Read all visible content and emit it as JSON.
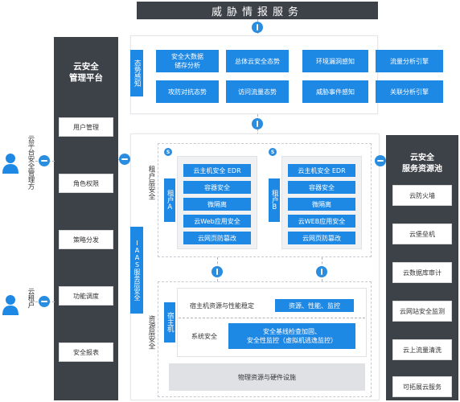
{
  "threat_service": {
    "title": "威胁情报服务"
  },
  "situation": {
    "label": "态势感知",
    "row1": [
      "安全大数据\n储存分析",
      "总体云安全态势",
      "环境漏洞感知",
      "流量分析引擎"
    ],
    "row2": [
      "攻防对抗态势",
      "访问流量态势",
      "威胁事件感知",
      "关联分析引擎"
    ]
  },
  "platform": {
    "title": "云安全\n管理平台",
    "items": [
      "用户管理",
      "角色权限",
      "策略分发",
      "功能调度",
      "安全报表"
    ]
  },
  "left_users": {
    "admin_label": "云平台安全管理方",
    "tenant_label": "云租户"
  },
  "iaas": {
    "label": "IAAS服务层安全",
    "tenant_layer_label": "租户层安全",
    "resource_layer_label": "资源层安全"
  },
  "tenant_a": {
    "label": "租户A",
    "badge": "S",
    "items": [
      "云主机安全 EDR",
      "容器安全",
      "微隔离",
      "云Web应用安全",
      "云网页防篡改"
    ]
  },
  "tenant_b": {
    "label": "租户B",
    "badge": "S",
    "items": [
      "云主机安全 EDR",
      "容器安全",
      "微隔离",
      "云WEB应用安全",
      "云网页防篡改"
    ]
  },
  "host": {
    "label": "宿主机",
    "row1_label": "宿主机资源与性能稳定",
    "row1_value": "资源、性能、监控",
    "row2_label": "系统安全",
    "row2_value": "安全基线检查加固、\n安全性监控（虚拟机逃逸监控）",
    "infra": "物理资源与硬件设施"
  },
  "resource_pool": {
    "title": "云安全\n服务资源池",
    "items": [
      "云防火墙",
      "云堡垒机",
      "云数据库审计",
      "云网站安全监测",
      "云上流量清洗",
      "可拓展云服务"
    ]
  },
  "colors": {
    "primary": "#1e88e5",
    "dark": "#3d4148",
    "connector": "#2b8de0"
  }
}
